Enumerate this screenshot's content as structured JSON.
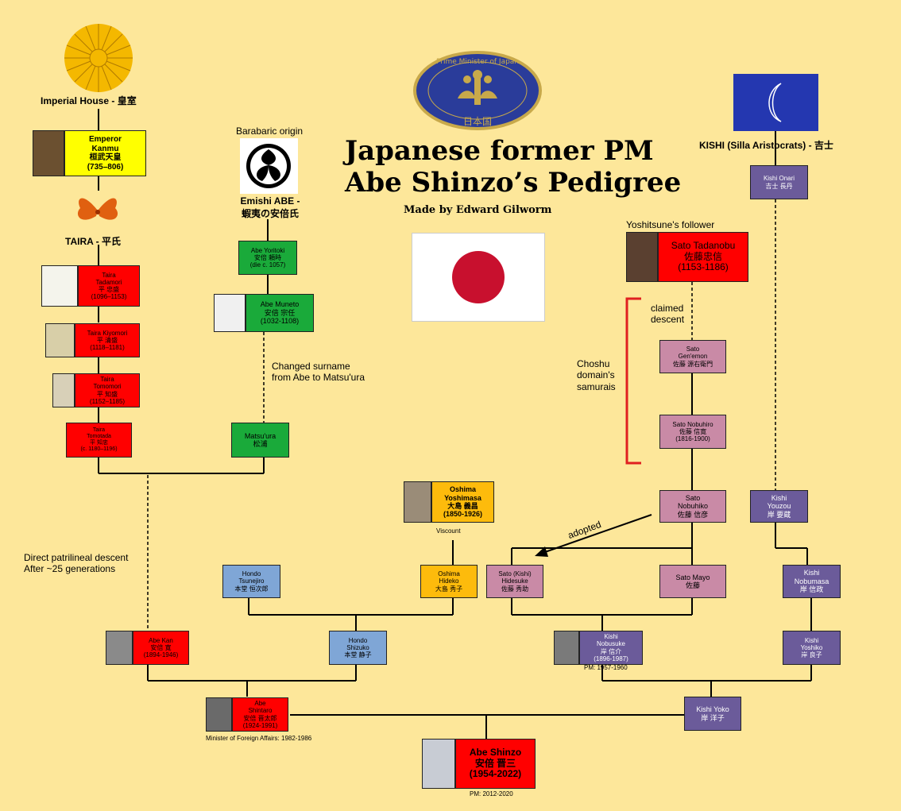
{
  "title_line1": "Japanese former PM",
  "title_line2": "Abe Shinzo’s Pedigree",
  "credit": "Made by Edward Gilworm",
  "emblems": {
    "pm_seal_text": "Prime Minister of Japan",
    "pm_seal_country": "日本国",
    "imperial_house": "Imperial House - 皇室",
    "taira": "TAIRA - 平氏",
    "emishi_origin": "Barabaric origin",
    "emishi_abe_1": "Emishi ABE -",
    "emishi_abe_2": "蝦夷の安倍氏",
    "kishi": "KISHI (Silla Aristocrats) - 吉士"
  },
  "annotations": {
    "yoshitsune": "Yoshitsune's follower",
    "claimed_1": "claimed",
    "claimed_2": "descent",
    "choshu_1": "Choshu",
    "choshu_2": "domain's",
    "choshu_3": "samurais",
    "changed_1": "Changed surname",
    "changed_2": "from Abe to Matsu'ura",
    "direct_1": "Direct patrilineal descent",
    "direct_2": "After ~25 generations",
    "adopted": "adopted",
    "viscount": "Viscount",
    "pm_kishi": "PM: 1957-1960",
    "minister": "Minister of Foreign Affairs: 1982-1986",
    "pm_abe": "PM: 2012-2020"
  },
  "people": {
    "kanmu": [
      "Emperor",
      "Kanmu",
      "桓武天皇",
      "(735–806)"
    ],
    "tadamori": [
      "Taira",
      "Tadamori",
      "平 忠盛",
      "(1096–1153)"
    ],
    "kiyomori": [
      "Taira Kiyomori",
      "平 清盛",
      "(1118–1181)"
    ],
    "tomomori": [
      "Taira",
      "Tomomori",
      "平 知盛",
      "(1152–1185)"
    ],
    "tomotada": [
      "Taira",
      "Tomotada",
      "平 知忠",
      "(c. 1180–1196)"
    ],
    "yoritoki": [
      "Abe Yoritoki",
      "安倍 頼時",
      "(die c. 1057)"
    ],
    "muneto": [
      "Abe Muneto",
      "安倍 宗任",
      "(1032-1108)"
    ],
    "matsuura": [
      "Matsu'ura",
      "松浦"
    ],
    "onari": [
      "Kishi Onari",
      "吉士 長丹"
    ],
    "tadanobu": [
      "Sato Tadanobu",
      "佐藤忠信",
      "(1153-1186)"
    ],
    "genemon": [
      "Sato",
      "Gen'emon",
      "佐藤 源右衛門"
    ],
    "nobuhiro": [
      "Sato Nobuhiro",
      "佐藤 信寛",
      "(1816-1900)"
    ],
    "nobuhiko": [
      "Sato",
      "Nobuhiko",
      "佐藤 信彦"
    ],
    "youzou": [
      "Kishi",
      "Youzou",
      "岸 要蔵"
    ],
    "yoshimasa": [
      "Oshima",
      "Yoshimasa",
      "大島 義昌",
      "(1850-1926)"
    ],
    "hideko": [
      "Oshima",
      "Hideko",
      "大島 秀子"
    ],
    "tsunejiro": [
      "Hondo",
      "Tsunejiro",
      "本堂 恒次郎"
    ],
    "hidesuke": [
      "Sato (Kishi)",
      "Hidesuke",
      "佐藤 秀助"
    ],
    "mayo": [
      "Sato Mayo",
      "佐藤"
    ],
    "nobumasa": [
      "Kishi",
      "Nobumasa",
      "岸 信政"
    ],
    "kan": [
      "Abe Kan",
      "安倍 寛",
      "(1894-1946)"
    ],
    "shizuko": [
      "Hondo",
      "Shizuko",
      "本堂 静子"
    ],
    "nobusuke": [
      "Kishi",
      "Nobusuke",
      "岸 信介",
      "(1896-1987)"
    ],
    "yoshiko": [
      "Kishi",
      "Yoshiko",
      "岸 良子"
    ],
    "shintaro": [
      "Abe",
      "Shintaro",
      "安倍 晋太郎",
      "(1924-1991)"
    ],
    "yoko": [
      "Kishi Yoko",
      "岸 洋子"
    ],
    "shinzo": [
      "Abe Shinzo",
      "安倍 晋三",
      "(1954-2022)"
    ]
  }
}
